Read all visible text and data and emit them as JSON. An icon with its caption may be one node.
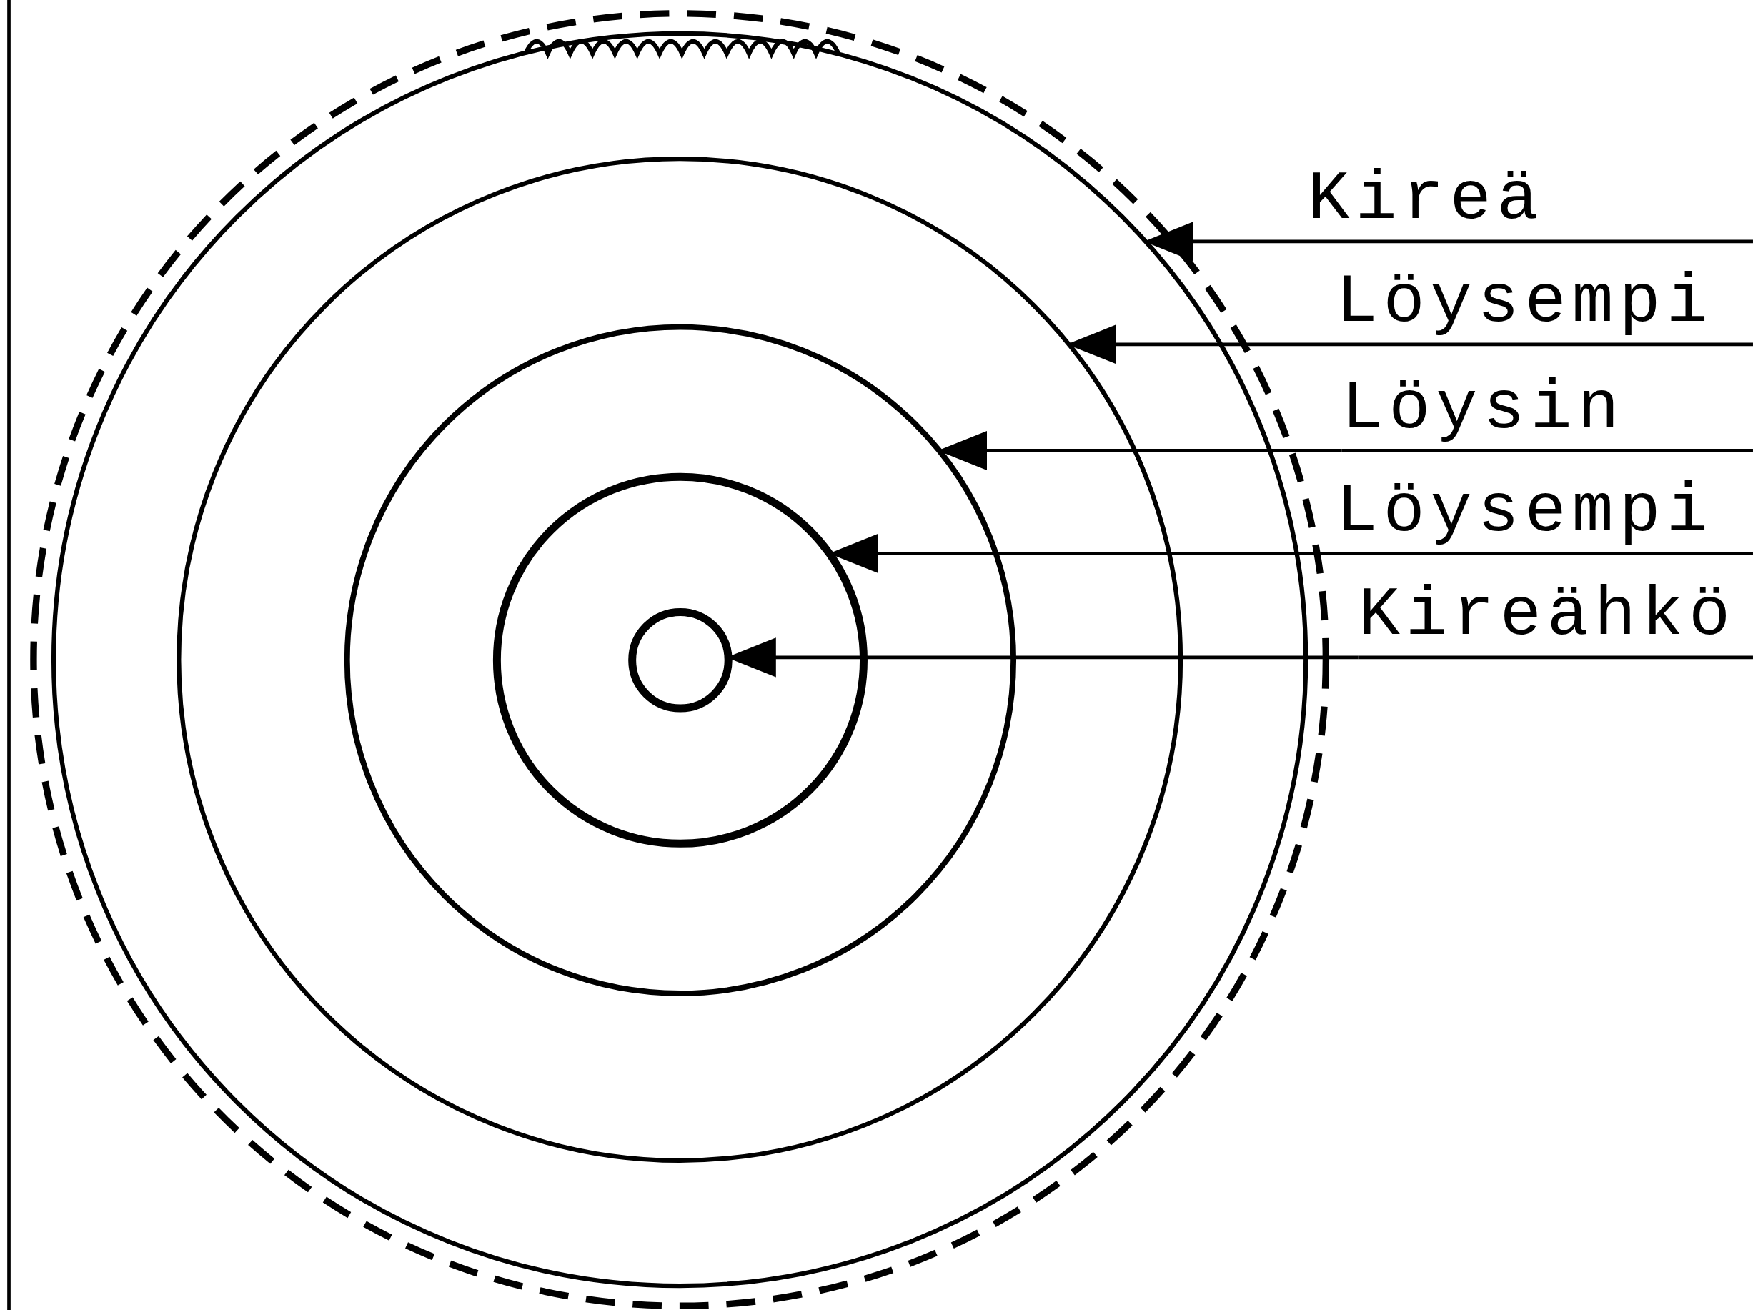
{
  "diagram": {
    "nodes": [
      {
        "text": [],
        "shape": "circle"
      },
      {
        "text": [],
        "shape": "circle",
        "in": 0
      },
      {
        "text": [],
        "shape": "circle",
        "in": 1
      },
      {
        "text": [],
        "shape": "circle",
        "in": 2
      },
      {
        "text": [],
        "shape": "circle",
        "in": 3
      },
      {
        "text": [],
        "shape": "circle",
        "in": 4
      },
      {
        "text": [
          "Kireä"
        ]
      },
      {
        "text": [
          "Löysempi"
        ]
      },
      {
        "text": [
          "Löysin"
        ]
      },
      {
        "text": [
          "Löysempi"
        ]
      },
      {
        "text": [
          "Kireähkö"
        ]
      }
    ],
    "edges": [
      {
        "from": 6,
        "to": 1,
        "arrow": "to"
      },
      {
        "from": 7,
        "to": 2,
        "arrow": "to"
      },
      {
        "from": 8,
        "to": 3,
        "arrow": "to"
      },
      {
        "from": 9,
        "to": 4,
        "arrow": "to"
      },
      {
        "from": 10,
        "to": 5,
        "arrow": "to"
      }
    ]
  }
}
